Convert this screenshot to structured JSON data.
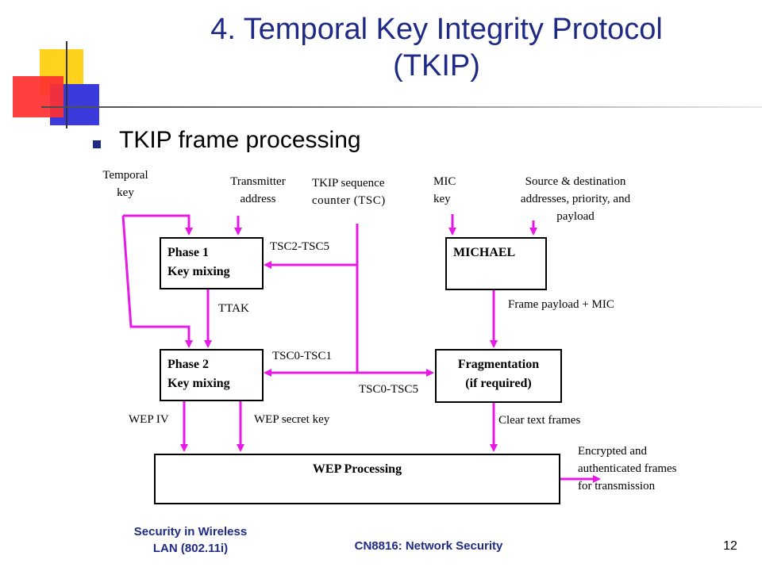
{
  "slide": {
    "title_line1": "4. Temporal Key Integrity Protocol",
    "title_line2": "(TKIP)",
    "bullet": "TKIP frame processing"
  },
  "inputs": {
    "temporal_key_l1": "Temporal",
    "temporal_key_l2": "key",
    "transmitter_l1": "Transmitter",
    "transmitter_l2": "address",
    "tsc_l1": "TKIP sequence",
    "tsc_l2": "counter (TSC)",
    "mic_l1": "MIC",
    "mic_l2": "key",
    "src_l1": "Source & destination",
    "src_l2": "addresses, priority, and",
    "src_l3": "payload"
  },
  "boxes": {
    "phase1_l1": "Phase 1",
    "phase1_l2": "Key mixing",
    "michael": "MICHAEL",
    "phase2_l1": "Phase 2",
    "phase2_l2": "Key mixing",
    "frag_l1": "Fragmentation",
    "frag_l2": "(if required)",
    "wep": "WEP Processing"
  },
  "edges": {
    "tsc2_5": "TSC2-TSC5",
    "ttak": "TTAK",
    "frame_payload_mic": "Frame payload + MIC",
    "tsc0_1": "TSC0-TSC1",
    "tsc0_5": "TSC0-TSC5",
    "wep_iv": "WEP IV",
    "wep_secret": "WEP secret key",
    "clear_text": "Clear text frames",
    "out_l1": "Encrypted and",
    "out_l2": "authenticated frames",
    "out_l3": "for transmission"
  },
  "footer": {
    "left_l1": "Security in Wireless",
    "left_l2": "LAN (802.11i)",
    "center": "CN8816: Network Security",
    "page": "12"
  },
  "colors": {
    "title": "#1f2a86",
    "arrow": "#e619e6",
    "deco_yellow": "#ffd21e",
    "deco_red": "#ff3030",
    "deco_blue": "#3b3bdc"
  }
}
